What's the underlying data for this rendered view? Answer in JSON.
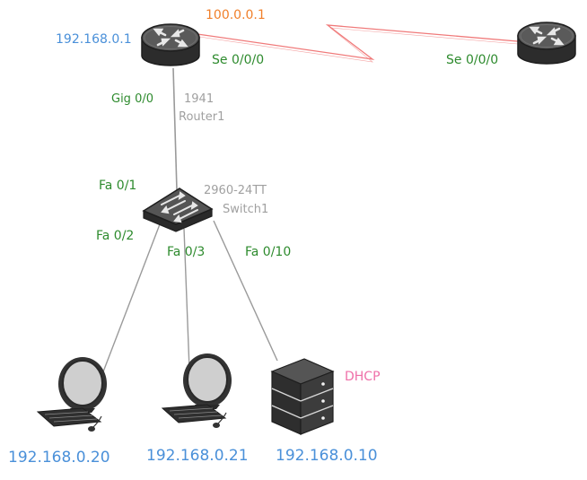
{
  "colors": {
    "blue": "#4a90d9",
    "green": "#2e8b2e",
    "orange": "#f07f2a",
    "grey": "#a0a0a0",
    "pink": "#ef6fa8",
    "serial_link": "#f07a7a",
    "ethernet_link": "#9a9a9a",
    "device_dark": "#3a3a3a"
  },
  "router1": {
    "ip": "192.168.0.1",
    "wan_ip": "100.0.0.1",
    "serial_port": "Se 0/0/0",
    "gig_port": "Gig 0/0",
    "model": "1941",
    "name": "Router1",
    "icon": "router-icon"
  },
  "router2": {
    "serial_port": "Se 0/0/0",
    "icon": "router-icon"
  },
  "switch1": {
    "model": "2960-24TT",
    "name": "Switch1",
    "uplink_port": "Fa 0/1",
    "icon": "switch-icon"
  },
  "links": {
    "pc1_port": "Fa 0/2",
    "pc2_port": "Fa 0/3",
    "server_port": "Fa 0/10"
  },
  "pc1": {
    "ip": "192.168.0.20",
    "icon": "pc-icon"
  },
  "pc2": {
    "ip": "192.168.0.21",
    "icon": "pc-icon"
  },
  "server": {
    "ip": "192.168.0.10",
    "role": "DHCP",
    "icon": "server-icon"
  }
}
